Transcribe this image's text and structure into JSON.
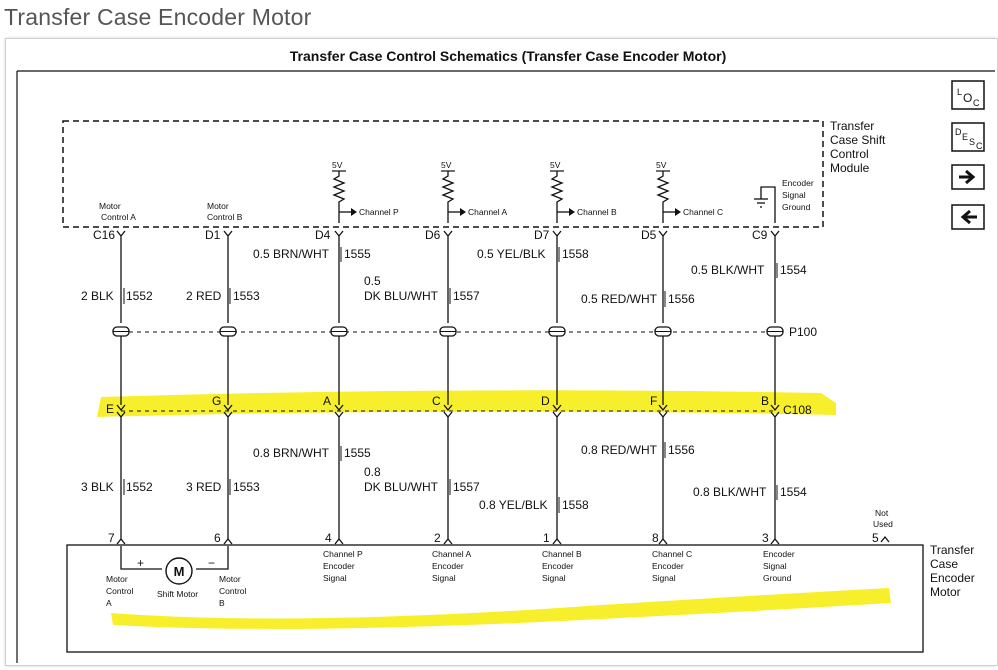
{
  "page_title": "Transfer Case Encoder Motor",
  "diagram_title": "Transfer Case Control Schematics (Transfer Case Encoder Motor)",
  "icons": [
    {
      "name": "loc-icon",
      "label": "LOC"
    },
    {
      "name": "desc-icon",
      "label": "DESC"
    },
    {
      "name": "arrow-right-icon",
      "glyph": "➡"
    },
    {
      "name": "arrow-left-icon",
      "glyph": "⬅"
    }
  ],
  "highlight_color": "#f7ee1a",
  "top_module": {
    "label_lines": [
      "Transfer",
      "Case Shift",
      "Control",
      "Module"
    ],
    "supply": "5V",
    "ground_label_lines": [
      "Encoder",
      "Signal",
      "Ground"
    ]
  },
  "bottom_module": {
    "label_lines": [
      "Transfer",
      "Case",
      "Encoder",
      "Motor"
    ],
    "motor_symbol": "M",
    "motor_label": "Shift Motor",
    "plus": "+",
    "minus": "−",
    "not_used_lines": [
      "Not",
      "Used"
    ],
    "not_used_pin": "5"
  },
  "connectors": {
    "inline_1": "P100",
    "inline_2": "C108"
  },
  "circuits": [
    {
      "id": "c16",
      "module_label": [
        "Motor",
        "Control A"
      ],
      "pin_top": "C16",
      "upper_wire": [
        "2 BLK",
        "1552"
      ],
      "conn_letter": "E",
      "lower_wire": [
        "3 BLK",
        "1552"
      ],
      "pin_bottom": "7",
      "device_label": [
        "Motor",
        "Control",
        "A"
      ]
    },
    {
      "id": "d1",
      "module_label": [
        "Motor",
        "Control B"
      ],
      "pin_top": "D1",
      "upper_wire": [
        "2 RED",
        "1553"
      ],
      "conn_letter": "G",
      "lower_wire": [
        "3 RED",
        "1553"
      ],
      "pin_bottom": "6",
      "device_label": [
        "Motor",
        "Control",
        "B"
      ]
    },
    {
      "id": "d4",
      "channel_label": "Channel P",
      "pin_top": "D4",
      "upper_wire": [
        "0.5 BRN/WHT",
        "1555"
      ],
      "conn_letter": "A",
      "lower_wire": [
        "0.8 BRN/WHT",
        "1555"
      ],
      "pin_bottom": "4",
      "device_label": [
        "Channel P",
        "Encoder",
        "Signal"
      ]
    },
    {
      "id": "d6",
      "channel_label": "Channel A",
      "pin_top": "D6",
      "upper_wire": [
        "0.5",
        "DK BLU/WHT",
        "1557"
      ],
      "conn_letter": "C",
      "lower_wire": [
        "0.8",
        "DK BLU/WHT",
        "1557"
      ],
      "pin_bottom": "2",
      "device_label": [
        "Channel A",
        "Encoder",
        "Signal"
      ]
    },
    {
      "id": "d7",
      "channel_label": "Channel B",
      "pin_top": "D7",
      "upper_wire": [
        "0.5 YEL/BLK",
        "1558"
      ],
      "conn_letter": "D",
      "lower_wire": [
        "0.8 YEL/BLK",
        "1558"
      ],
      "pin_bottom": "1",
      "device_label": [
        "Channel B",
        "Encoder",
        "Signal"
      ]
    },
    {
      "id": "d5",
      "channel_label": "Channel C",
      "pin_top": "D5",
      "upper_wire": [
        "0.5 RED/WHT",
        "1556"
      ],
      "conn_letter": "F",
      "lower_wire": [
        "0.8 RED/WHT",
        "1556"
      ],
      "pin_bottom": "8",
      "device_label": [
        "Channel C",
        "Encoder",
        "Signal"
      ]
    },
    {
      "id": "c9",
      "pin_top": "C9",
      "upper_wire": [
        "0.5 BLK/WHT",
        "1554"
      ],
      "conn_letter": "B",
      "lower_wire": [
        "0.8 BLK/WHT",
        "1554"
      ],
      "pin_bottom": "3",
      "device_label": [
        "Encoder",
        "Signal",
        "Ground"
      ]
    }
  ]
}
